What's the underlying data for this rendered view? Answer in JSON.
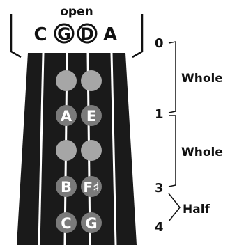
{
  "open_label": "open",
  "open_strings": [
    "C",
    "G",
    "D",
    "A"
  ],
  "circled_strings": [
    "G",
    "D"
  ],
  "positions": {
    "p0": "0",
    "p1": "1",
    "p3": "3",
    "p4": "4"
  },
  "intervals": {
    "first": "Whole",
    "second": "Whole",
    "third": "Half"
  },
  "finger_notes": {
    "row1": [
      "A",
      "E"
    ],
    "row2": [
      "B",
      "F♯"
    ],
    "row3": [
      "C",
      "G"
    ]
  },
  "colors": {
    "fingerboard": "#1a1a1a",
    "string": "#ffffff",
    "empty_dot": "#a6a6a6",
    "note_dot": "#7a7a7a",
    "text": "#111111"
  }
}
